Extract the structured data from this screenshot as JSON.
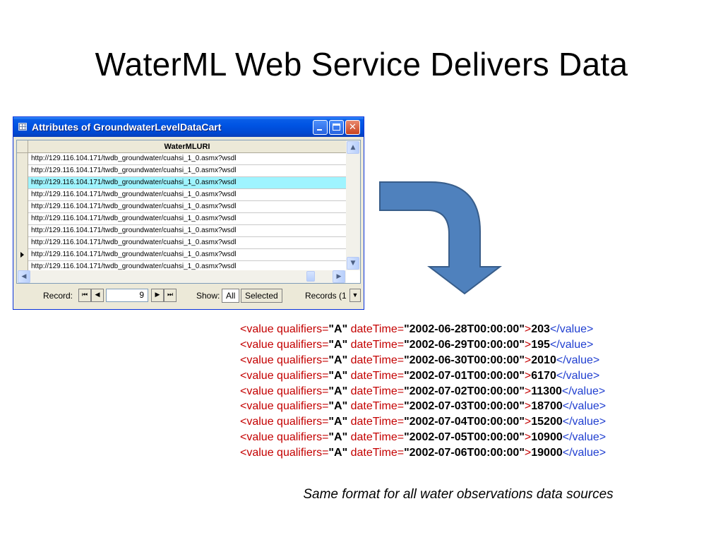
{
  "slide": {
    "title": "WaterML Web Service Delivers Data",
    "caption": "Same format for all water observations data sources"
  },
  "window": {
    "title": "Attributes of GroundwaterLevelDataCart",
    "column_header": "WaterMLURI",
    "rows": [
      "http://129.116.104.171/twdb_groundwater/cuahsi_1_0.asmx?wsdl",
      "http://129.116.104.171/twdb_groundwater/cuahsi_1_0.asmx?wsdl",
      "http://129.116.104.171/twdb_groundwater/cuahsi_1_0.asmx?wsdl",
      "http://129.116.104.171/twdb_groundwater/cuahsi_1_0.asmx?wsdl",
      "http://129.116.104.171/twdb_groundwater/cuahsi_1_0.asmx?wsdl",
      "http://129.116.104.171/twdb_groundwater/cuahsi_1_0.asmx?wsdl",
      "http://129.116.104.171/twdb_groundwater/cuahsi_1_0.asmx?wsdl",
      "http://129.116.104.171/twdb_groundwater/cuahsi_1_0.asmx?wsdl",
      "http://129.116.104.171/twdb_groundwater/cuahsi_1_0.asmx?wsdl",
      "http://129.116.104.171/twdb_groundwater/cuahsi_1_0.asmx?wsdl"
    ],
    "highlighted_row": 2,
    "current_row": 8,
    "navbar": {
      "record_label": "Record:",
      "record_value": "9",
      "show_label": "Show:",
      "all_label": "All",
      "selected_label": "Selected",
      "records_label": "Records (1"
    }
  },
  "xml": {
    "open_tag": "<value",
    "attr_qualifiers": "qualifiers=",
    "qualifier_value": "\"A\"",
    "attr_datetime": "dateTime=",
    "close_bracket": ">",
    "close_tag": "</value>",
    "lines": [
      {
        "datetime": "\"2002-06-28T00:00:00\"",
        "value": "203"
      },
      {
        "datetime": "\"2002-06-29T00:00:00\"",
        "value": "195"
      },
      {
        "datetime": "\"2002-06-30T00:00:00\"",
        "value": "2010"
      },
      {
        "datetime": "\"2002-07-01T00:00:00\"",
        "value": "6170"
      },
      {
        "datetime": "\"2002-07-02T00:00:00\"",
        "value": "11300"
      },
      {
        "datetime": "\"2002-07-03T00:00:00\"",
        "value": "18700"
      },
      {
        "datetime": "\"2002-07-04T00:00:00\"",
        "value": "15200"
      },
      {
        "datetime": "\"2002-07-05T00:00:00\"",
        "value": "10900"
      },
      {
        "datetime": "\"2002-07-06T00:00:00\"",
        "value": "19000"
      }
    ]
  },
  "colors": {
    "arrow_fill": "#4f81bd",
    "arrow_stroke": "#385d8a",
    "row_highlight": "#9ff4ff",
    "xml_tag": "#c40000",
    "xml_close": "#1f3ed0"
  },
  "icons": {
    "window_icon": "table-icon",
    "minimize": "minimize-icon",
    "maximize": "maximize-icon",
    "close": "close-icon",
    "arrow": "curved-arrow-down-icon"
  }
}
